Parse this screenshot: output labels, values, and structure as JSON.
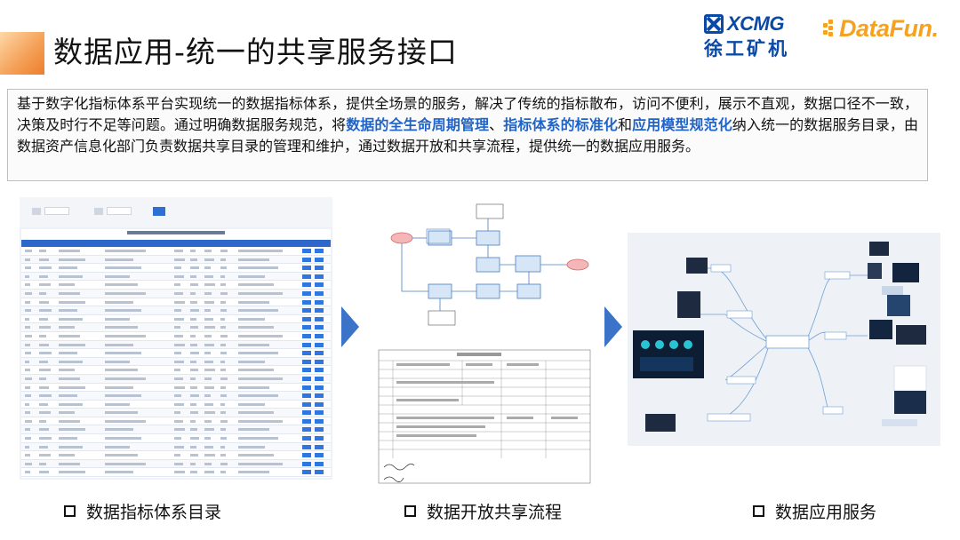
{
  "header": {
    "title": "数据应用-统一的共享服务接口",
    "accent_color": "#ee7d2c"
  },
  "logos": {
    "xcmg_word": "XCMG",
    "xcmg_cn": "徐工矿机",
    "datafun": "DataFun.",
    "xcmg_color": "#0a4aa6",
    "datafun_color": "#f6a21e"
  },
  "description": {
    "part1": "基于数字化指标体系平台实现统一的数据指标体系，提供全场景的服务，解决了传统的指标散布，访问不便利，展示不直观，数据口径不一致，决策及时行不足等问题。通过明确数据服务规范，将",
    "hl1": "数据的全生命周期管理",
    "sep1": "、",
    "hl2": "指标体系的标准化",
    "sep2": "和",
    "hl3": "应用模型规范化",
    "part2": "纳入统一的数据服务目录，由数据资产信息化部门负责数据共享目录的管理和维护，通过数据开放和共享流程，提供统一的数据应用服务。",
    "highlight_color": "#1f63c9"
  },
  "sections": [
    {
      "caption": "数据指标体系目录",
      "icon": "square-bullet-icon"
    },
    {
      "caption": "数据开放共享流程",
      "icon": "square-bullet-icon"
    },
    {
      "caption": "数据应用服务",
      "icon": "square-bullet-icon"
    }
  ],
  "arrows": {
    "icon": "right-arrow-icon",
    "color": "#3a73c8"
  }
}
